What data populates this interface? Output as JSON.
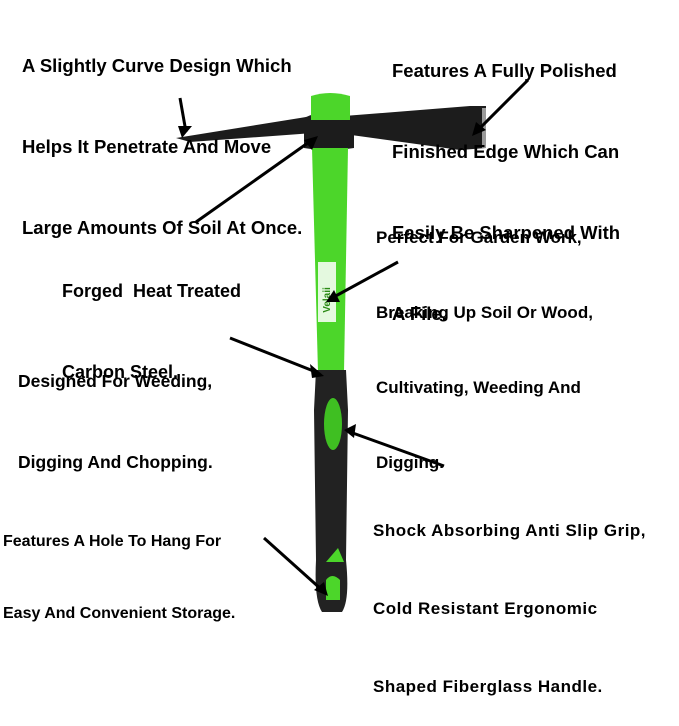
{
  "product": {
    "logo_text": "Velaii"
  },
  "callouts": {
    "curve_design": [
      "A Slightly Curve Design Which",
      "Helps It Penetrate And Move",
      "Large Amounts Of Soil At Once."
    ],
    "polished_edge": [
      "Features A Fully Polished",
      "Finished Edge Which Can",
      "Easily Be Sharpened With",
      "A File."
    ],
    "garden_work": [
      "Perfect For Garden Work,",
      "Breaking Up Soil Or Wood,",
      "Cultivating, Weeding And",
      "Digging."
    ],
    "forged_steel": [
      "Forged  Heat Treated",
      "Carbon Steel."
    ],
    "weeding_use": [
      "Designed For Weeding,",
      "Digging And Chopping."
    ],
    "grip_handle": [
      "Shock Absorbing Anti Slip Grip,",
      "Cold Resistant Ergonomic",
      "Shaped Fiberglass Handle."
    ],
    "hanging_hole": [
      "Features A Hole To Hang For",
      "Easy And Convenient Storage."
    ]
  },
  "colors": {
    "handle_green": "#4cd62a",
    "grip_black": "#222222",
    "steel_head": "#1c1c1c",
    "text": "#000000"
  }
}
